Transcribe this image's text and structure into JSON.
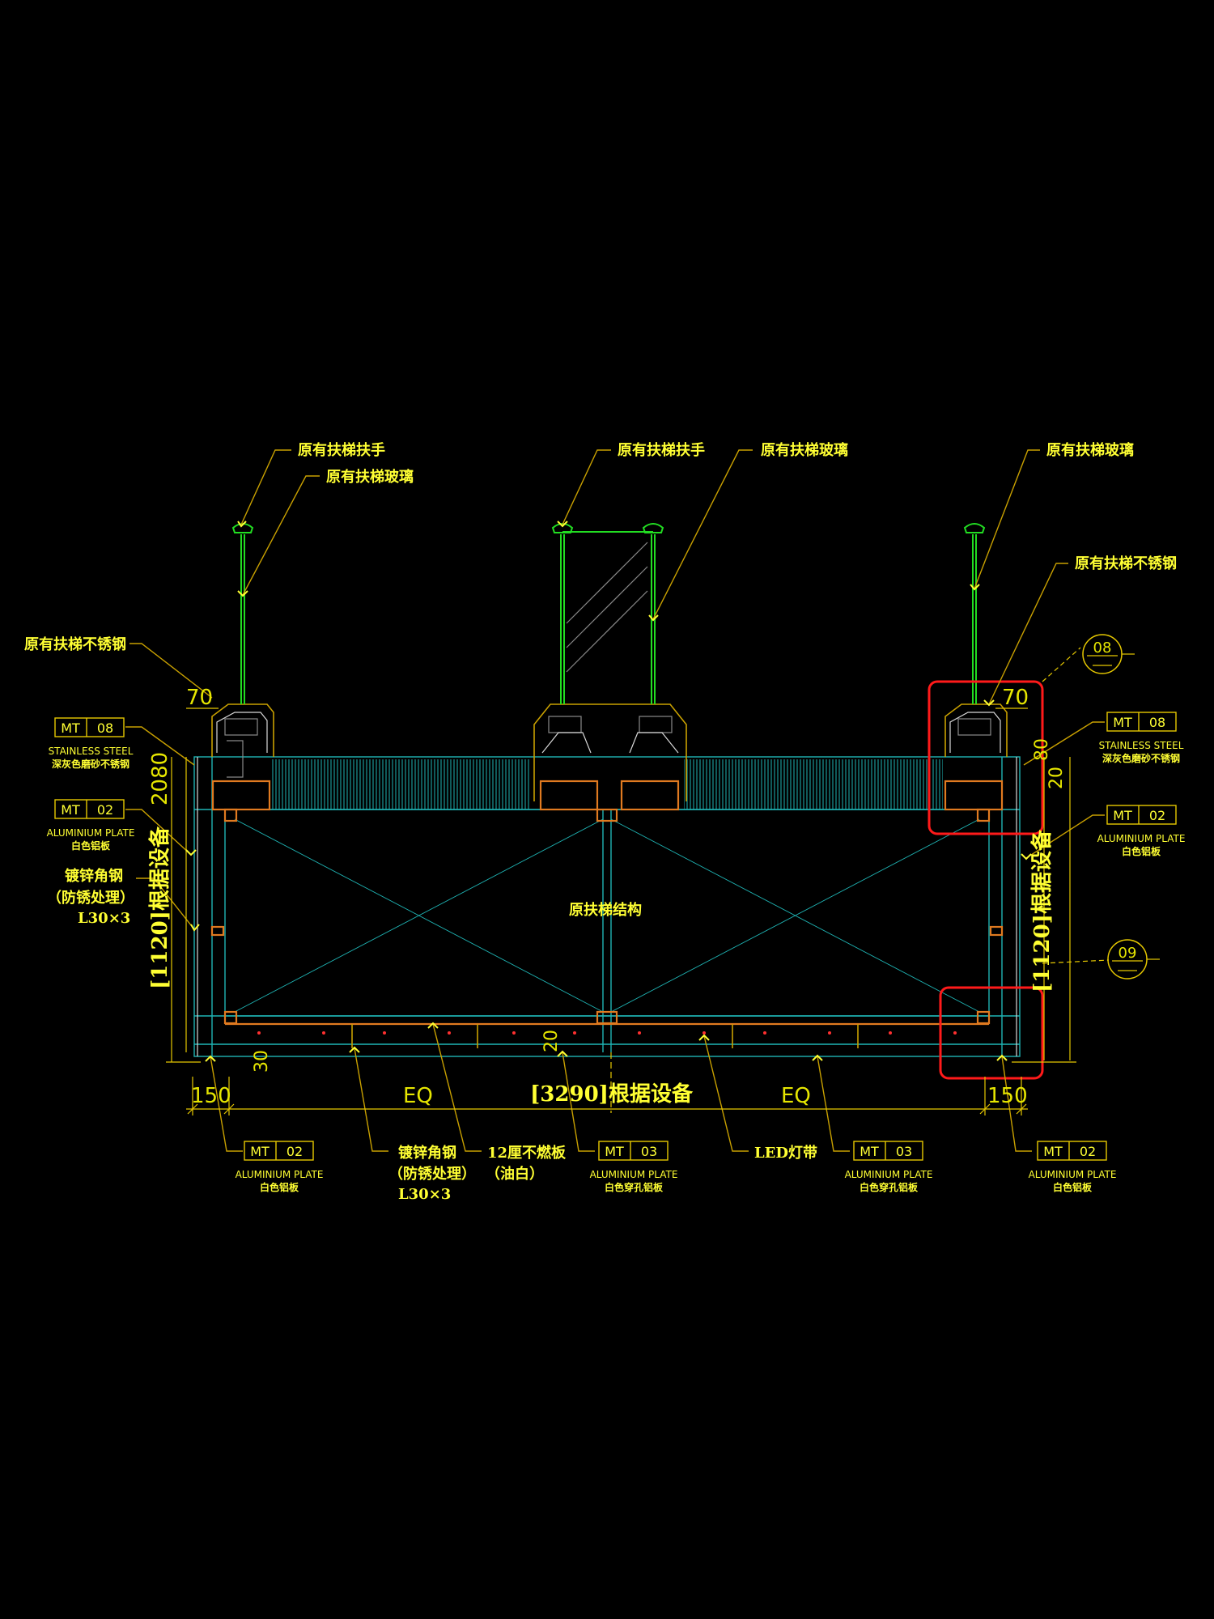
{
  "labels": {
    "handrail_left": "原有扶梯扶手",
    "glass_left": "原有扶梯玻璃",
    "handrail_mid": "原有扶梯扶手",
    "glass_mid": "原有扶梯玻璃",
    "glass_right": "原有扶梯玻璃",
    "steel_right": "原有扶梯不锈钢",
    "steel_left": "原有扶梯不锈钢",
    "structure": "原扶梯结构",
    "angle_left_1": "镀锌角钢",
    "angle_left_2": "（防锈处理）",
    "angle_left_3": "L30×3",
    "angle_bot_1": "镀锌角钢",
    "angle_bot_2": "（防锈处理）",
    "angle_bot_3": "L30×3",
    "board_1": "12厘不燃板",
    "board_2": "（油白）",
    "led": "LED灯带"
  },
  "tags": {
    "mt08_left": {
      "code": "MT",
      "num": "08",
      "en": "STAINLESS STEEL",
      "cn": "深灰色磨砂不锈钢"
    },
    "mt02_left": {
      "code": "MT",
      "num": "02",
      "en": "ALUMINIUM PLATE",
      "cn": "白色铝板"
    },
    "mt08_right": {
      "code": "MT",
      "num": "08",
      "en": "STAINLESS STEEL",
      "cn": "深灰色磨砂不锈钢"
    },
    "mt02_right": {
      "code": "MT",
      "num": "02",
      "en": "ALUMINIUM PLATE",
      "cn": "白色铝板"
    },
    "mt02_bot_left": {
      "code": "MT",
      "num": "02",
      "en": "ALUMINIUM PLATE",
      "cn": "白色铝板"
    },
    "mt03_bot_1": {
      "code": "MT",
      "num": "03",
      "en": "ALUMINIUM PLATE",
      "cn": "白色穿孔铝板"
    },
    "mt03_bot_2": {
      "code": "MT",
      "num": "03",
      "en": "ALUMINIUM PLATE",
      "cn": "白色穿孔铝板"
    },
    "mt02_bot_right": {
      "code": "MT",
      "num": "02",
      "en": "ALUMINIUM PLATE",
      "cn": "白色铝板"
    }
  },
  "callouts": {
    "c08": "08",
    "c09": "09"
  },
  "dims": {
    "d70_left": "70",
    "d70_right": "70",
    "d2080": "2080",
    "d1120_left": "[1120]根据设备",
    "d1120_right": "[1120]根据设备",
    "d80": "80",
    "d20_right": "20",
    "d20_bot": "20",
    "d30": "30",
    "d150_left": "150",
    "d150_right": "150",
    "eq_left": "EQ",
    "eq_right": "EQ",
    "d3290": "[3290]根据设备"
  },
  "colors": {
    "text": "#ffff33",
    "cyan": "#1fb5b5",
    "orange": "#e07a20",
    "green": "#22dd22",
    "highlight": "#ff1a1a"
  }
}
